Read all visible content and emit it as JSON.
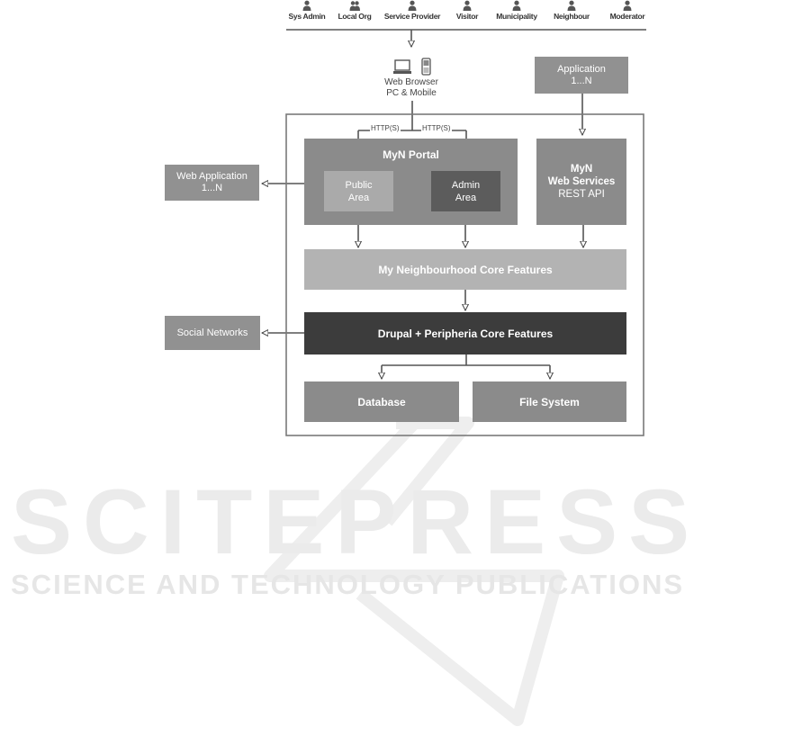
{
  "actors": [
    {
      "label": "Sys Admin"
    },
    {
      "label": "Local Org"
    },
    {
      "label": "Service Provider"
    },
    {
      "label": "Visitor"
    },
    {
      "label": "Municipality"
    },
    {
      "label": "Neighbour"
    },
    {
      "label": "Moderator"
    }
  ],
  "browser": {
    "line1": "Web Browser",
    "line2": "PC & Mobile"
  },
  "application": {
    "line1": "Application",
    "line2": "1...N"
  },
  "http_left": "HTTP(S)",
  "http_right": "HTTP(S)",
  "portal": {
    "title": "MyN Portal",
    "public": {
      "line1": "Public",
      "line2": "Area"
    },
    "admin": {
      "line1": "Admin",
      "line2": "Area"
    }
  },
  "web_services": {
    "line1": "MyN",
    "line2": "Web Services",
    "line3": "REST API"
  },
  "web_application": {
    "line1": "Web Application",
    "line2": "1...N"
  },
  "core_features": "My Neighbourhood Core Features",
  "drupal": "Drupal + Peripheria Core Features",
  "social_networks": "Social Networks",
  "database": "Database",
  "file_system": "File System",
  "watermark": {
    "main": "SCITEPRESS",
    "sub": "SCIENCE AND TECHNOLOGY PUBLICATIONS"
  },
  "colors": {
    "dark": "#3c3c3c",
    "mid": "#8b8b8b",
    "mid2": "#919191",
    "light": "#b3b3b3",
    "public": "#aaaaaa",
    "admin": "#5c5c5c",
    "frame": "#7a7a7a"
  }
}
